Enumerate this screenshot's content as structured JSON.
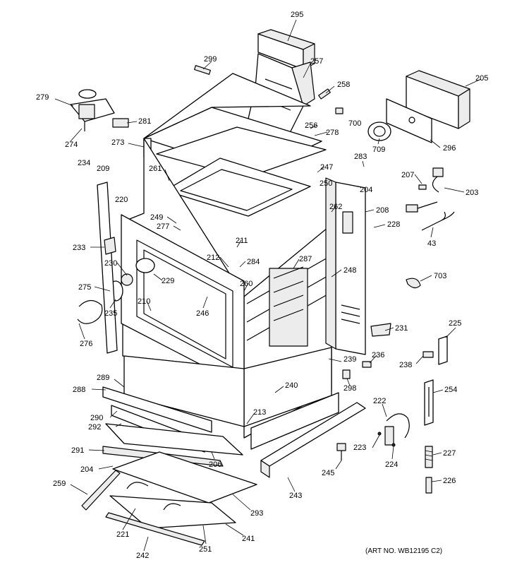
{
  "diagram": {
    "part_labels": [
      "295",
      "257",
      "299",
      "258",
      "205",
      "279",
      "281",
      "700",
      "256",
      "278",
      "709",
      "296",
      "274",
      "273",
      "283",
      "234",
      "209",
      "261",
      "247",
      "207",
      "204",
      "203",
      "220",
      "250",
      "262",
      "208",
      "249",
      "277",
      "228",
      "43",
      "211",
      "233",
      "212",
      "284",
      "287",
      "230",
      "248",
      "229",
      "260",
      "703",
      "275",
      "246",
      "210",
      "235",
      "231",
      "225",
      "276",
      "236",
      "239",
      "238",
      "289",
      "240",
      "298",
      "254",
      "288",
      "213",
      "222",
      "290",
      "292",
      "291",
      "223",
      "227",
      "206",
      "204",
      "224",
      "245",
      "259",
      "293",
      "243",
      "226",
      "221",
      "241",
      "251",
      "242"
    ],
    "art_number": "(ART NO. WB12195 C2)"
  }
}
